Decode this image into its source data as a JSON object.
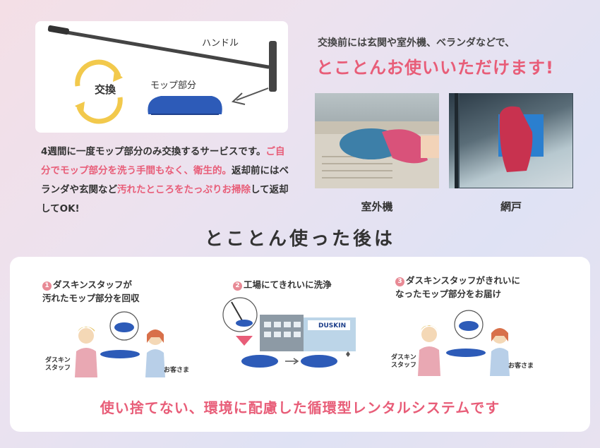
{
  "mop_card": {
    "handle_label": "ハンドル",
    "mop_label": "モップ部分",
    "exchange_label": "交換"
  },
  "description": {
    "part1": "4週間に一度モップ部分のみ交換するサービスです。",
    "part2": "ご自分でモップ部分を洗う手間もなく、衛生的。",
    "part3": "返却前にはベランダや玄関など",
    "part4": "汚れたところをたっぷりお掃除",
    "part5": "して返却してOK!"
  },
  "usage": {
    "lead": "交換前には玄関や室外機、ベランダなどで、",
    "headline": "とことんお使いいただけます!",
    "photos": [
      {
        "caption": "室外機"
      },
      {
        "caption": "網戸"
      }
    ]
  },
  "section_title": "とことん使った後は",
  "steps": [
    {
      "num": "1",
      "line1": "ダスキンスタッフが",
      "line2": "汚れたモップ部分を回収",
      "staff": "ダスキン\nスタッフ",
      "customer": "お客さま"
    },
    {
      "num": "2",
      "line1": "工場にてきれいに洗浄",
      "factory_sign": "DUSKIN"
    },
    {
      "num": "3",
      "line1": "ダスキンスタッフがきれいに",
      "line2": "なったモップ部分をお届け",
      "staff": "ダスキン\nスタッフ",
      "customer": "お客さま"
    }
  ],
  "footer": "使い捨てない、環境に配慮した循環型レンタルシステムです",
  "colors": {
    "accent": "#e85d78",
    "mop_blue": "#2d5bb8",
    "recycle_yellow": "#f2c94c"
  }
}
